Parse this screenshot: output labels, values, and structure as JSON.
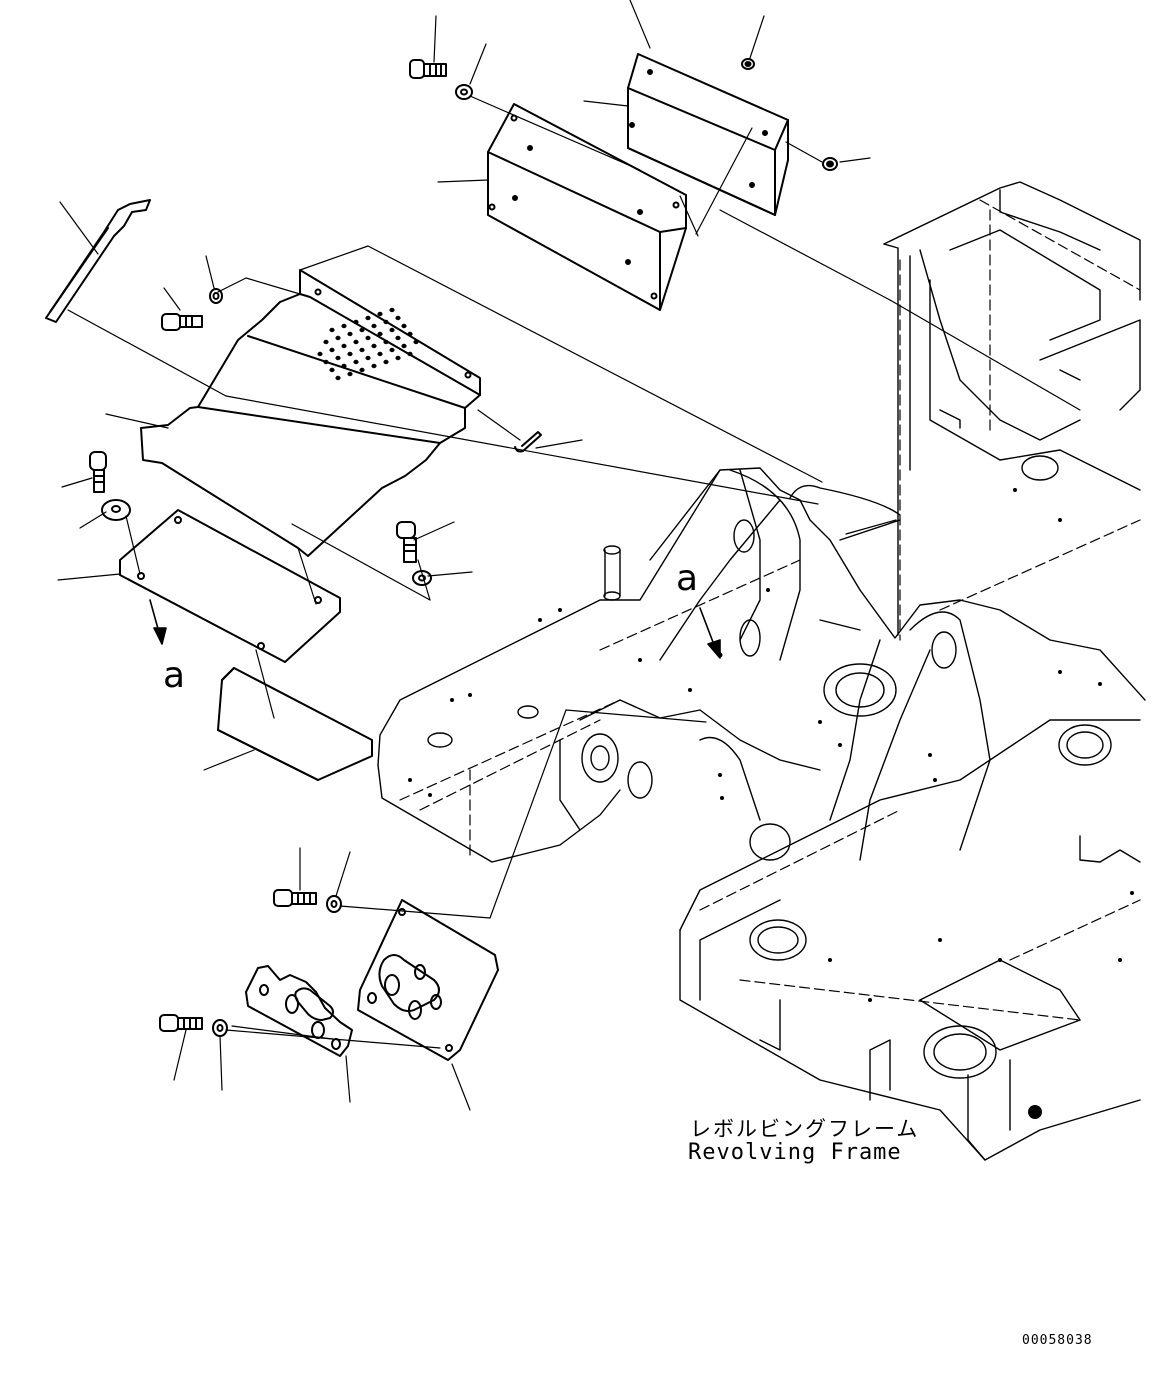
{
  "labels": {
    "view_marker_1": "a",
    "view_marker_2": "a",
    "frame_name_jp": "レボルビングフレーム",
    "frame_name_en": "Revolving Frame",
    "figure_number": "00058038"
  },
  "colors": {
    "line": "#000000",
    "background": "#ffffff"
  },
  "icons": [
    "bolt-icon",
    "washer-icon",
    "nut-icon",
    "hook-bar-icon",
    "pin-icon"
  ]
}
